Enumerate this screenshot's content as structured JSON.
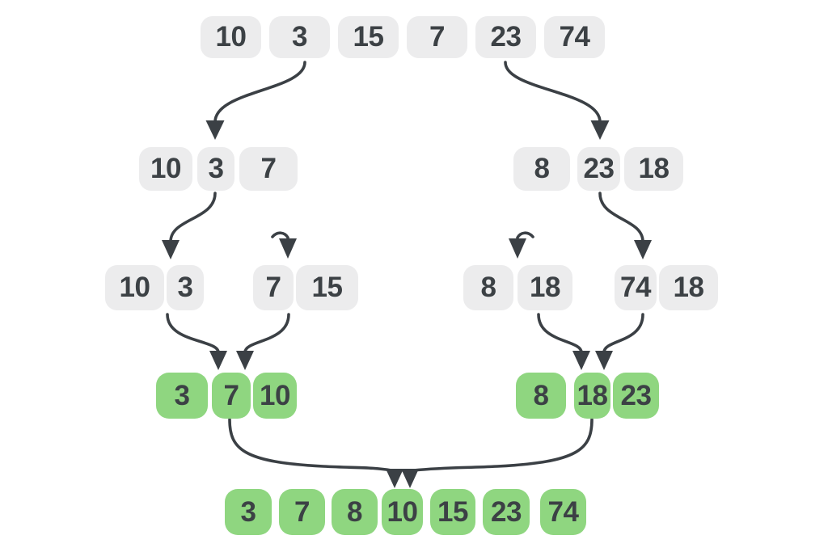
{
  "diagram_type": "merge-sort-visualization",
  "colors": {
    "background": "#ffffff",
    "box_gray": "#ececed",
    "box_green": "#8fd680",
    "text": "#3c4145",
    "arrow": "#3b4045"
  },
  "levels": {
    "l0": [
      "10",
      "3",
      "15",
      "7",
      "23",
      "74"
    ],
    "l1L": [
      "10",
      "3",
      "7"
    ],
    "l1R": [
      "8",
      "23",
      "18"
    ],
    "l2La": [
      "10",
      "3"
    ],
    "l2Lb": [
      "7",
      "15"
    ],
    "l2Ra": [
      "8",
      "18"
    ],
    "l2Rb": [
      "74",
      "18"
    ],
    "l3L": [
      "3",
      "7",
      "10"
    ],
    "l3R": [
      "8",
      "18",
      "23"
    ],
    "l4": [
      "3",
      "7",
      "8",
      "10",
      "15",
      "23",
      "74"
    ]
  },
  "arrow_names": [
    "split-left-to-row2",
    "split-right-to-row2",
    "split-left-to-row3",
    "hook-left-row3",
    "hook-right-row3",
    "split-right-to-row3",
    "merge-left-a",
    "merge-left-b",
    "merge-right-a",
    "merge-right-b",
    "final-merge-left",
    "final-merge-right"
  ]
}
